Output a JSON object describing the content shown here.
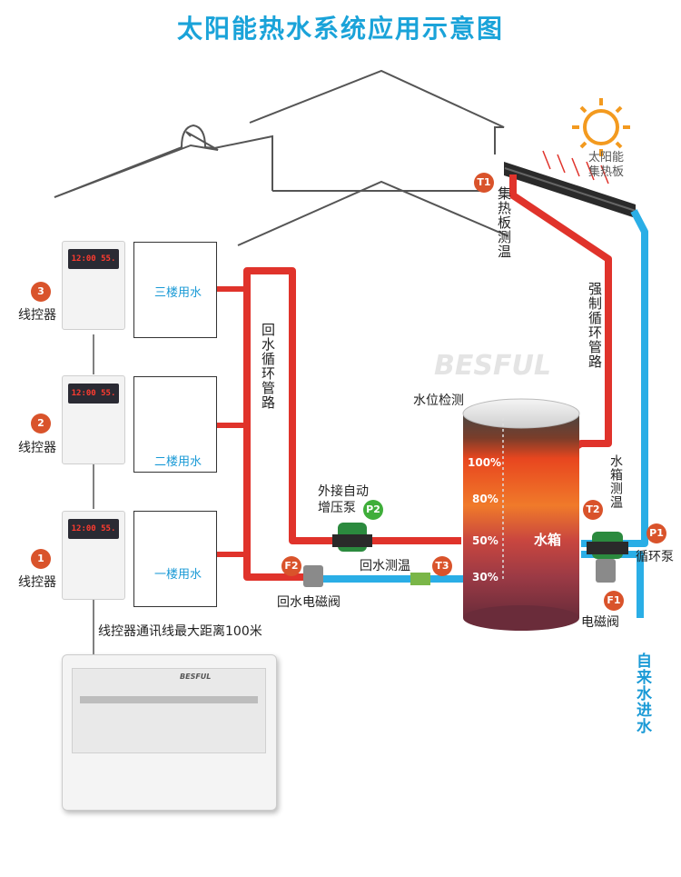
{
  "title": "太阳能热水系统应用示意图",
  "sun": {
    "label_line1": "太阳能",
    "label_line2": "集热板"
  },
  "sensors": {
    "t1": {
      "badge": "T1",
      "label": "集热板测温"
    },
    "t2": {
      "badge": "T2",
      "label": "水箱测温"
    },
    "t3": {
      "badge": "T3",
      "label": "回水测温"
    }
  },
  "pipes": {
    "forced_loop": "强制循环管路",
    "return_loop": "回水循环管路",
    "tap_inlet": "自来水进水"
  },
  "pumps": {
    "p1": {
      "badge": "P1",
      "label": "循环泵"
    },
    "p2": {
      "badge": "P2",
      "label_line1": "外接自动",
      "label_line2": "增压泵"
    }
  },
  "valves": {
    "f1": {
      "badge": "F1",
      "label": "电磁阀"
    },
    "f2": {
      "badge": "F2",
      "label": "回水电磁阀"
    }
  },
  "tank": {
    "label": "水箱",
    "level_check": "水位检测",
    "brand": "BESFUL",
    "levels": [
      "100%",
      "80%",
      "50%",
      "30%"
    ]
  },
  "controllers": [
    {
      "number": "3",
      "label": "线控器",
      "display": "12:00 55."
    },
    {
      "number": "2",
      "label": "线控器",
      "display": "12:00 55."
    },
    {
      "number": "1",
      "label": "线控器",
      "display": "12:00 55."
    }
  ],
  "rooms": [
    {
      "label": "三楼用水"
    },
    {
      "label": "二楼用水"
    },
    {
      "label": "一楼用水"
    }
  ],
  "comm_note": "线控器通讯线最大距离100米",
  "main_unit": {
    "brand": "BESFUL"
  },
  "colors": {
    "hot": "#e0332b",
    "cold": "#2aaee6",
    "title": "#1aa3d9"
  }
}
